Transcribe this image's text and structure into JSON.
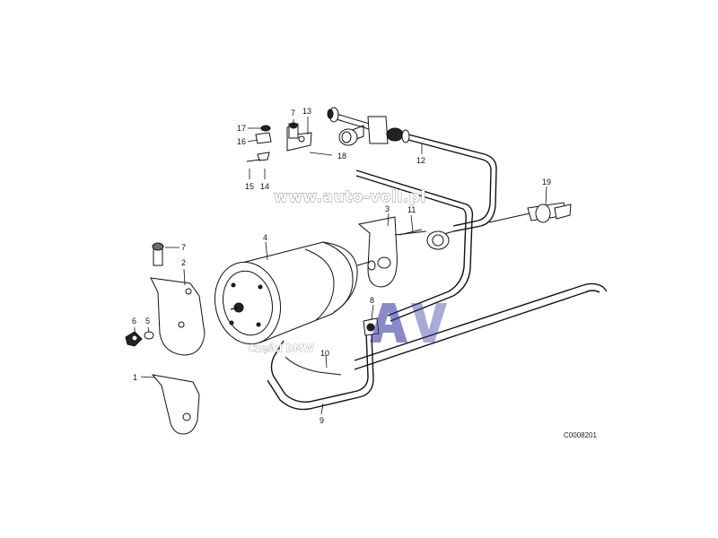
{
  "watermark": {
    "url": "www.auto-voll.pl",
    "sub": "Części BMW",
    "logo_letters": "AV",
    "logo_color": "#2a2a9a"
  },
  "diagram_code": "C0008201",
  "parts": [
    {
      "id": "p1",
      "num": "1"
    },
    {
      "id": "p2",
      "num": "2"
    },
    {
      "id": "p3",
      "num": "3"
    },
    {
      "id": "p4",
      "num": "4"
    },
    {
      "id": "p5",
      "num": "5"
    },
    {
      "id": "p6",
      "num": "6"
    },
    {
      "id": "p7a",
      "num": "7"
    },
    {
      "id": "p7b",
      "num": "7"
    },
    {
      "id": "p8",
      "num": "8"
    },
    {
      "id": "p9",
      "num": "9"
    },
    {
      "id": "p10",
      "num": "10"
    },
    {
      "id": "p11",
      "num": "11"
    },
    {
      "id": "p12",
      "num": "12"
    },
    {
      "id": "p13",
      "num": "13"
    },
    {
      "id": "p14",
      "num": "14"
    },
    {
      "id": "p15",
      "num": "15"
    },
    {
      "id": "p16",
      "num": "16"
    },
    {
      "id": "p17",
      "num": "17"
    },
    {
      "id": "p18",
      "num": "18"
    },
    {
      "id": "p19",
      "num": "19"
    }
  ]
}
